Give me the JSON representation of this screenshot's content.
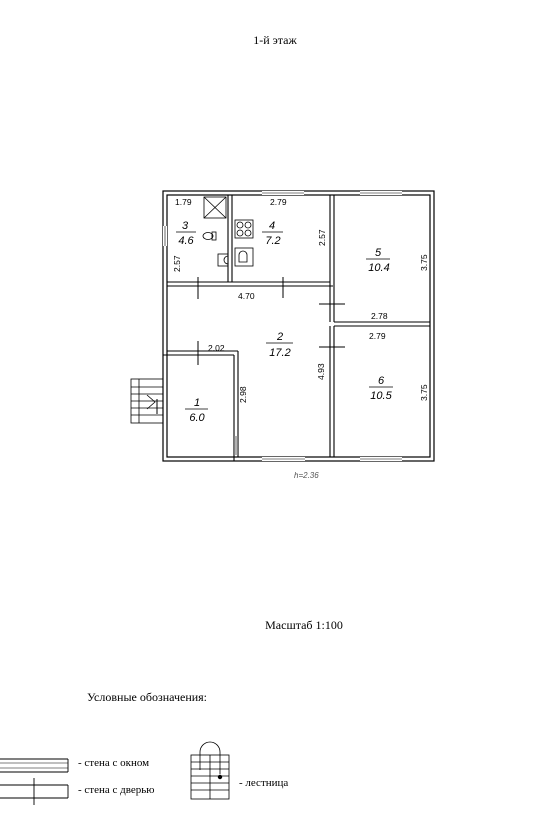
{
  "title": "1-й этаж",
  "scale": "Масштаб 1:100",
  "ceiling_height": "h=2.36",
  "rooms": [
    {
      "number": "1",
      "area": "6.0"
    },
    {
      "number": "2",
      "area": "17.2"
    },
    {
      "number": "3",
      "area": "4.6"
    },
    {
      "number": "4",
      "area": "7.2"
    },
    {
      "number": "5",
      "area": "10.4"
    },
    {
      "number": "6",
      "area": "10.5"
    }
  ],
  "dimensions": {
    "room3_width": "1.79",
    "room3_height": "2.57",
    "room4_width": "2.79",
    "room4_height": "2.57",
    "room5_height": "3.75",
    "room2_width": "4.70",
    "room5_bottom_width": "2.78",
    "room6_top_width": "2.79",
    "room6_height": "3.75",
    "room2_height": "4.93",
    "room1_width": "2.02",
    "room1_height": "2.98"
  },
  "legend": {
    "title": "Условные обозначения:",
    "window_wall": "- стена с окном",
    "door_wall": "- стена с дверью",
    "stairs": "- лестница"
  }
}
